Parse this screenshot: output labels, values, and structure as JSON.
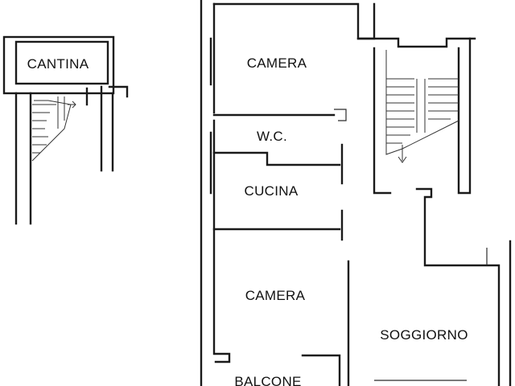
{
  "rooms": {
    "cantina": "CANTINA",
    "camera_top": "CAMERA",
    "wc": "W.C.",
    "cucina": "CUCINA",
    "camera_bottom": "CAMERA",
    "soggiorno": "SOGGIORNO",
    "balcone": "BALCONE"
  },
  "colors": {
    "wall": "#1a1a1a",
    "background": "#ffffff"
  }
}
